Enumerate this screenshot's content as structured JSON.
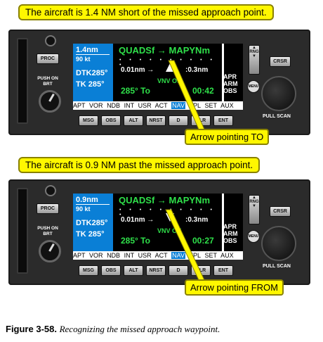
{
  "captions": {
    "top": "The aircraft is 1.4 NM short of the missed approach point.",
    "bottom": "The aircraft is 0.9 NM past the missed approach point."
  },
  "callouts": {
    "top": "Arrow pointing TO",
    "bottom": "Arrow pointing FROM"
  },
  "figure": {
    "number": "Figure 3-58.",
    "title": "Recognizing the missed approach waypoint."
  },
  "panel_labels": {
    "proc": "PROC",
    "push_on_brt": "PUSH ON BRT",
    "crsr": "CRSR",
    "pull_scan": "PULL SCAN",
    "rng": "RNG",
    "menu": "MENU"
  },
  "bottom_buttons": [
    "MSG",
    "OBS",
    "ALT",
    "NRST",
    "D",
    "CLR",
    "ENT"
  ],
  "screen_top": {
    "dist": "1.4nm",
    "speed": "90 kt",
    "dtk": "DTK285°",
    "tk": "TK 285°",
    "waypoints": "QUADSf → MAPYNm",
    "xtrack_left": "0.01nm →",
    "xtrack_right": ":0.3nm",
    "vnv": "VNV Off",
    "to_from": "285° To",
    "time": "00:42",
    "mode": [
      "APR",
      "ARM",
      "OBS"
    ],
    "arrow": "to",
    "tabs": [
      "APT",
      "VOR",
      "NDB",
      "INT",
      "USR",
      "ACT",
      "NAV",
      "FPL",
      "SET",
      "AUX"
    ],
    "active_tab": "NAV"
  },
  "screen_bottom": {
    "dist": "0.9nm",
    "speed": "90 kt",
    "dtk": "DTK285°",
    "tk": "TK 285°",
    "waypoints": "QUADSf → MAPYNm",
    "xtrack_left": "0.01nm →",
    "xtrack_right": ":0.3nm",
    "vnv": "VNV Off",
    "to_from": "285° To",
    "time": "00:27",
    "mode": [
      "APR",
      "ARM",
      "OBS"
    ],
    "arrow": "from",
    "tabs": [
      "APT",
      "VOR",
      "NDB",
      "INT",
      "USR",
      "ACT",
      "NAV",
      "FPL",
      "SET",
      "AUX"
    ],
    "active_tab": "NAV"
  },
  "colors": {
    "caption_bg": "#fff700",
    "screen_green": "#2fe04a",
    "screen_blue": "#0a7fd6"
  }
}
